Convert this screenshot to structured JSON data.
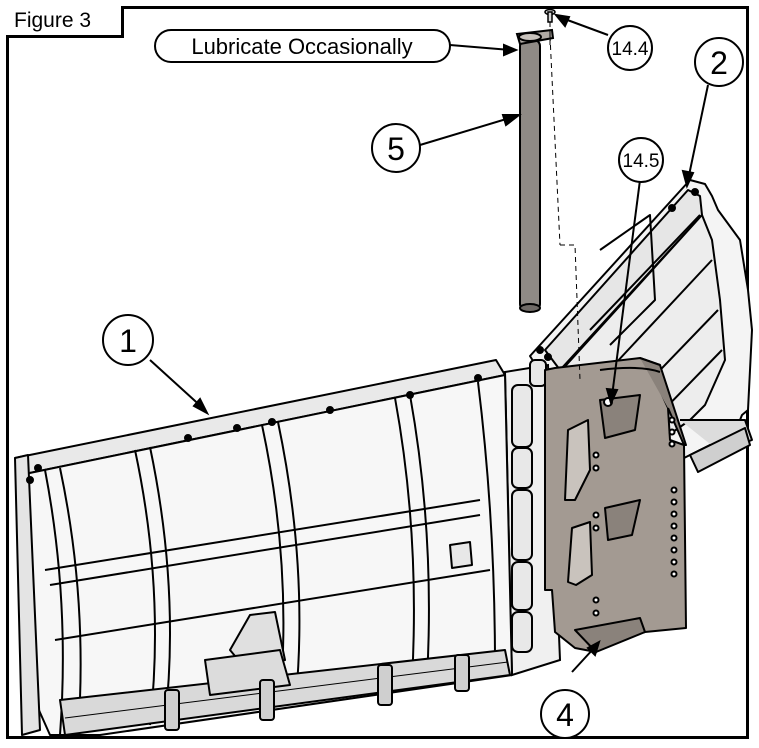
{
  "figure_label": "Figure 3",
  "note": "Lubricate Occasionally",
  "callouts": {
    "c1": "1",
    "c2": "2",
    "c4": "4",
    "c5": "5",
    "c144": "14.4",
    "c145": "14.5"
  },
  "colors": {
    "outline": "#000000",
    "plate": "#a39a92",
    "pin": "#8f8a85",
    "panel": "#f4f4f4"
  }
}
